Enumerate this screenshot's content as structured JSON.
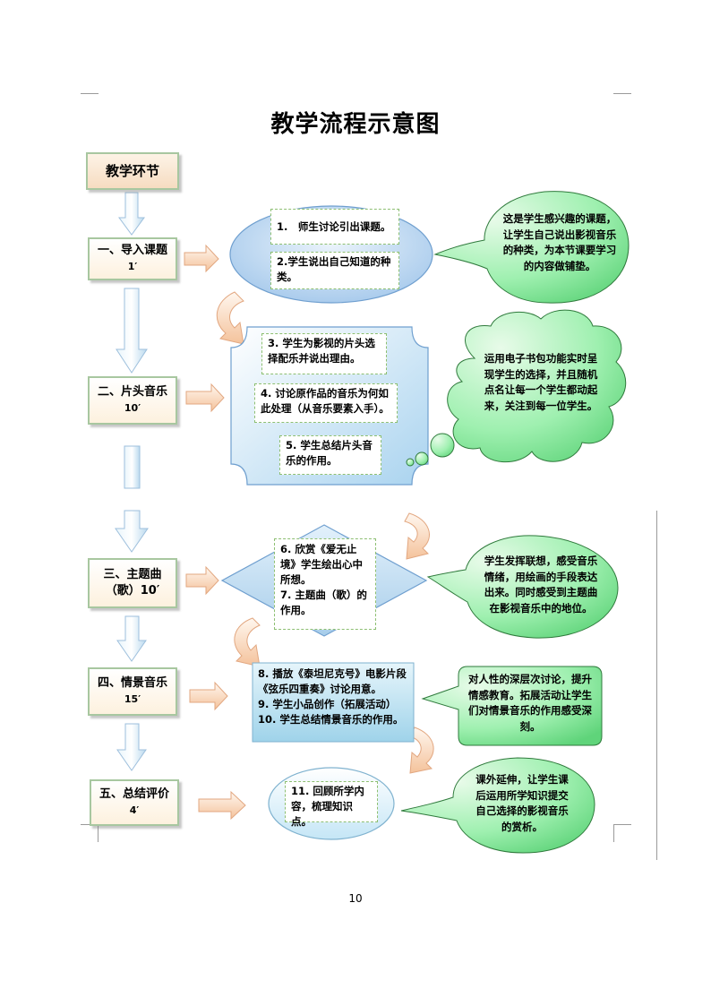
{
  "title": "教学流程示意图",
  "page_number": "10",
  "header": "教学环节",
  "steps": [
    {
      "label": "一、导入课题",
      "time": "1′"
    },
    {
      "label": "二、片头音乐",
      "time": "10′"
    },
    {
      "label": "三、主题曲",
      "label2": "（歌）10′"
    },
    {
      "label": "四、情景音乐",
      "time": "15′"
    },
    {
      "label": "五、总结评价",
      "time": "4′"
    }
  ],
  "activities": {
    "a1": "1.　师生讨论引出课题。",
    "a2": "2.学生说出自己知道的种类。",
    "a3": "3. 学生为影视的片头选择配乐并说出理由。",
    "a4": "4. 讨论原作品的音乐为何如此处理（从音乐要素入手）。",
    "a5": "5. 学生总结片头音乐的作用。",
    "a6": "6. 欣赏《爱无止境》学生绘出心中所想。",
    "a7": "7. 主题曲（歌）的作用。",
    "a8": "8. 播放《泰坦尼克号》电影片段《弦乐四重奏》讨论用意。",
    "a9": "9. 学生小品创作（拓展活动）",
    "a10": "10. 学生总结情景音乐的作用。",
    "a11": "11. 回顾所学内容，梳理知识点。"
  },
  "comments": {
    "c1": "这是学生感兴趣的课题，让学生自己说出影视音乐的种类，为本节课要学习的内容做铺垫。",
    "c2": "运用电子书包功能实时呈现学生的选择，并且随机点名让每一个学生都动起来，关注到每一位学生。",
    "c3": "学生发挥联想，感受音乐情绪，用绘画的手段表达出来。同时感受到主题曲在影视音乐中的地位。",
    "c4": "对人性的深层次讨论，提升情感教育。拓展活动让学生们对情景音乐的作用感受深刻。",
    "c5": "课外延伸，让学生课后运用所学知识提交自己选择的影视音乐的赏析。"
  },
  "colors": {
    "step_border": "#a8c7a0",
    "arrow_blue": "#b9d9ee",
    "arrow_orange": "#f7c9a0",
    "bubble_green": "#7ee39a",
    "box_blue": "#bfe3f3"
  }
}
